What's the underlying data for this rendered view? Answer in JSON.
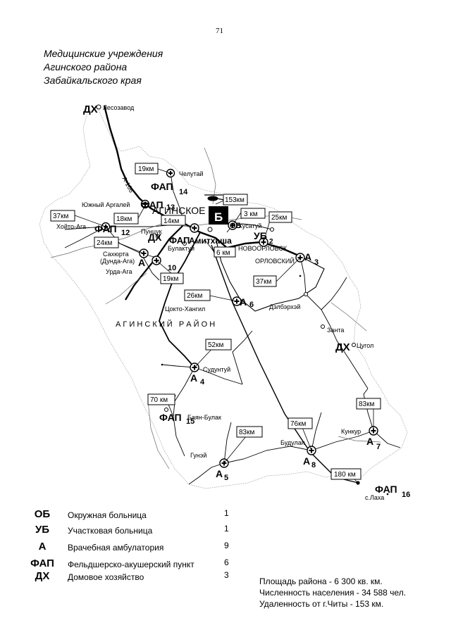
{
  "page_number": "71",
  "title": {
    "line1": "Медицинские учреждения",
    "line2": "Агинского района",
    "line3": "Забайкальского края"
  },
  "map": {
    "road_label": "А-166",
    "region_label": "А Г И Н С К И Й   Р А Й О Н",
    "center_label": "АГИНСКОЕ",
    "places": {
      "lesozavod": "Лесозавод",
      "chelutay": "Челутай",
      "yuzhny_argaley": "Южный Аргалей",
      "khoyto_aga": "Хойто-Ага",
      "punsuk": "Пунцук",
      "bulaktuy": "Булактуй",
      "sakhyurta": "Сахюрта",
      "dunda_aga": "(Дунда-Ага)",
      "urda_aga": "Урда-Ага",
      "amitkhasha": "Амитхаша",
      "khusatuy": "Хусатуй",
      "novoorlovsk": "НОВООРЛОВСК",
      "orlovsky": "ОРЛОВСКИЙ",
      "tsokto_khangil": "Цокто-Хангил",
      "delberkhey": "Дэлбэрхэй",
      "zanta": "Занта",
      "tsugol": "Цугол",
      "suduntuy": "Судунтуй",
      "bayan_bulak": "Баян-Булак",
      "gunei": "Гунэй",
      "budulan": "Будулан",
      "kunkur": "Кункур",
      "s_lakha": "с.Лаха"
    },
    "facilities": {
      "dkh_top": "ДХ",
      "fap14": "ФАП",
      "fap14_num": "14",
      "fap13": "ФАП",
      "fap13_num": "13",
      "fap12": "ФАП",
      "fap12_num": "12",
      "dkh_mid": "ДХ",
      "fap_mid": "ФАП",
      "ob": "ОБ",
      "ub": "УБ",
      "ub_num": "2",
      "a10": "А",
      "a10_num": "10",
      "a6": "А",
      "a6_num": "6",
      "a3": "А",
      "a3_num": "3",
      "dkh_tsugol": "ДХ",
      "a4": "А",
      "a4_num": "4",
      "fap15": "ФАП",
      "fap15_num": "15",
      "a5": "А",
      "a5_num": "5",
      "a8": "А",
      "a8_num": "8",
      "a7": "А",
      "a7_num": "7",
      "fap16": "ФАП",
      "fap16_num": "16"
    },
    "distances": {
      "d19_chelutay": "19км",
      "d153": "153км",
      "d37_khoyto": "37км",
      "d18": "18км",
      "d14": "14км",
      "d3": "3 км",
      "d25": "25км",
      "d24": "24км",
      "d6": "6 км",
      "d37_orlovsky": "37км",
      "d19_urda": "19км",
      "d26": "26км",
      "d52": "52км",
      "d70": "70 км",
      "d83_gunei": "83км",
      "d76": "76км",
      "d83_kunkur": "83км",
      "d180": "180 км"
    }
  },
  "legend": [
    {
      "code": "ОБ",
      "label": "Окружная больница",
      "count": "1"
    },
    {
      "code": "УБ",
      "label": "Участковая больница",
      "count": "1"
    },
    {
      "code": "А",
      "label": "Врачебная амбулатория",
      "count": "9"
    },
    {
      "code": "ФАП",
      "label": "Фельдшерско-акушерский пункт",
      "count": "6"
    },
    {
      "code": "ДХ",
      "label": "Домовое хозяйство",
      "count": "3"
    }
  ],
  "stats": {
    "area": "Площадь района - 6 300 кв. км.",
    "population": "Численность населения - 34 588 чел.",
    "distance": "Удаленность от г.Читы - 153 км."
  }
}
